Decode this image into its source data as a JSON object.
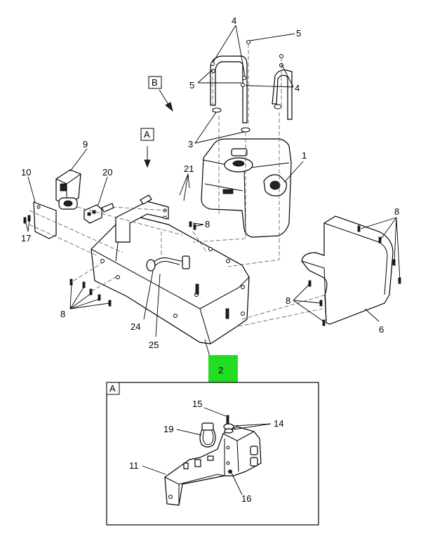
{
  "callouts": {
    "c1": "1",
    "c2": "2",
    "c3": "3",
    "c4a": "4",
    "c4b": "4",
    "c5a": "5",
    "c5b": "5",
    "c6": "6",
    "c8a": "8",
    "c8b": "8",
    "c8c": "8",
    "c8d": "8",
    "c9": "9",
    "c10": "10",
    "c17": "17",
    "c20": "20",
    "c21": "21",
    "c24": "24",
    "c25": "25"
  },
  "view_refs": {
    "a": "A",
    "b": "B"
  },
  "detail": {
    "title": "A",
    "c11": "11",
    "c14": "14",
    "c15": "15",
    "c16": "16",
    "c19": "19"
  },
  "colors": {
    "highlight": "#22dd22",
    "line": "#000000"
  }
}
